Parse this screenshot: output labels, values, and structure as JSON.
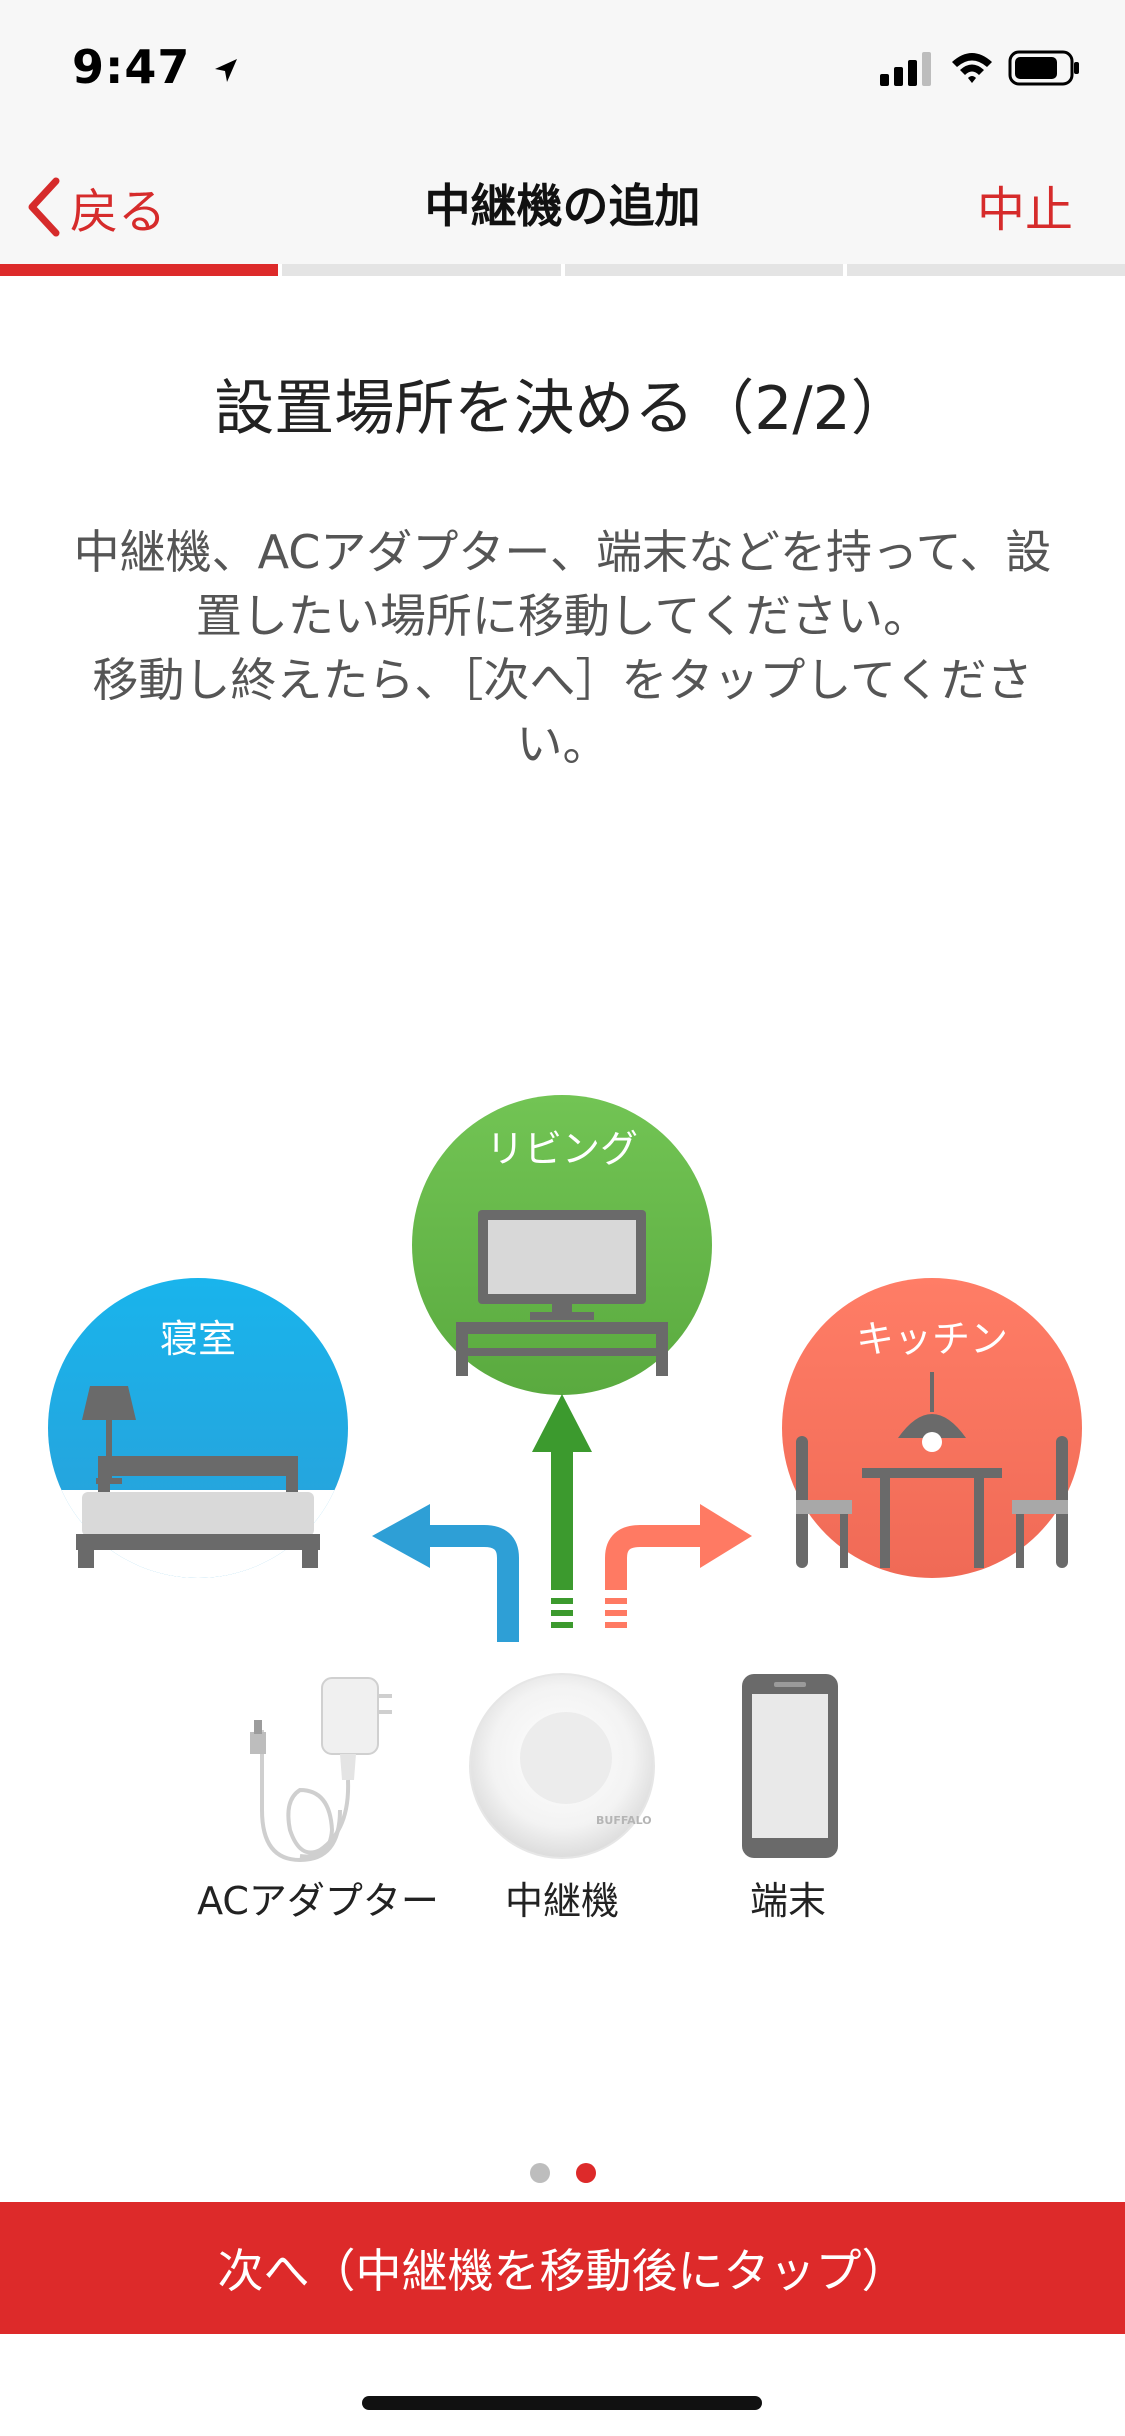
{
  "status_bar": {
    "time": "9:47"
  },
  "nav": {
    "back_label": "戻る",
    "title": "中継機の追加",
    "cancel_label": "中止"
  },
  "progress": {
    "total_steps": 4,
    "current_step": 1
  },
  "content": {
    "heading": "設置場所を決める（2/2）",
    "description": "中継機、ACアダプター、端末などを持って、設置したい場所に移動してください。\n移動し終えたら、［次へ］をタップしてください。"
  },
  "illustration": {
    "rooms": {
      "bedroom": "寝室",
      "living": "リビング",
      "kitchen": "キッチン"
    },
    "items": {
      "adapter": "ACアダプター",
      "repeater": "中継機",
      "device": "端末"
    },
    "repeater_brand": "BUFFALO",
    "colors": {
      "bedroom": "#1db3e8",
      "living": "#6dbf4a",
      "kitchen": "#ff7a63",
      "accent": "#dd2a2a"
    }
  },
  "pager": {
    "count": 2,
    "active_index": 1
  },
  "footer": {
    "next_label": "次へ（中継機を移動後にタップ）"
  }
}
